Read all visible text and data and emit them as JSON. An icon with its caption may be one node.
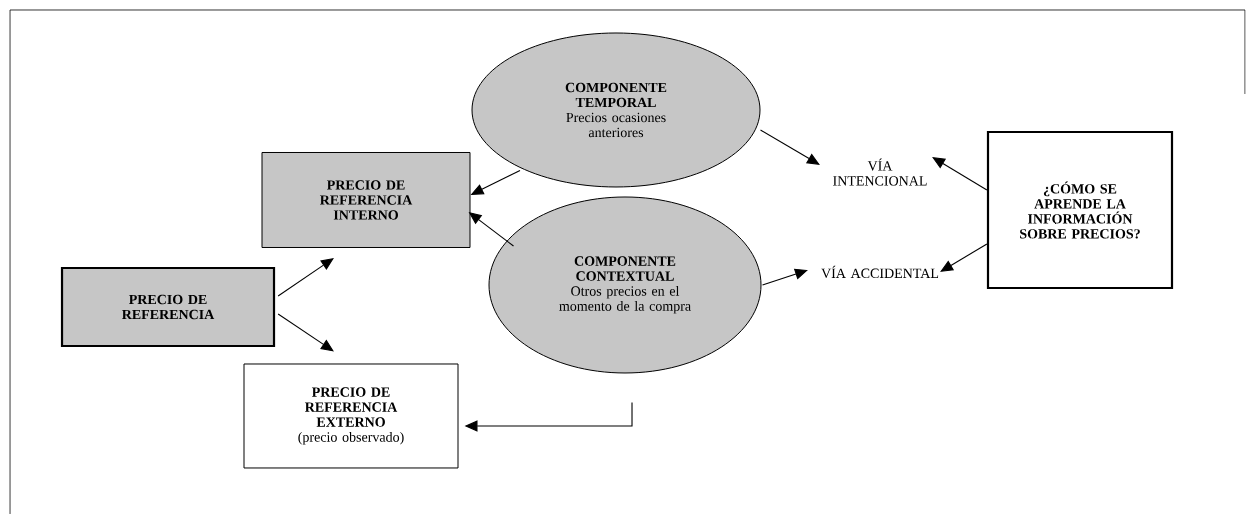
{
  "diagram": {
    "nodes": [
      {
        "text": [
          "PRECIO DE REFERENCIA"
        ]
      },
      {
        "text": [
          "PRECIO DE REFERENCIA INTERNO"
        ]
      },
      {
        "text": [
          "PRECIO DE REFERENCIA EXTERNO",
          "(precio observado)"
        ]
      },
      {
        "text": [
          "COMPONENTE TEMPORAL",
          "Precios ocasiones anteriores"
        ]
      },
      {
        "text": [
          "COMPONENTE CONTEXTUAL",
          "Otros precios en el momento de la compra"
        ]
      },
      {
        "text": [
          "VÍA INTENCIONAL"
        ]
      },
      {
        "text": [
          "VÍA ACCIDENTAL"
        ]
      },
      {
        "text": [
          "¿CÓMO SE APRENDE LA INFORMACIÓN SOBRE PRECIOS?"
        ]
      }
    ],
    "edges": [
      {
        "from": 0,
        "to": 1,
        "arrow": "to"
      },
      {
        "from": 0,
        "to": 2,
        "arrow": "to"
      },
      {
        "from": 3,
        "to": 1,
        "arrow": "to"
      },
      {
        "from": 4,
        "to": 1,
        "arrow": "to"
      },
      {
        "from": 4,
        "to": 2,
        "arrow": "to"
      },
      {
        "from": 3,
        "to": 5,
        "arrow": "to"
      },
      {
        "from": 4,
        "to": 6,
        "arrow": "to"
      },
      {
        "from": 7,
        "to": 5,
        "arrow": "to"
      },
      {
        "from": 7,
        "to": 6,
        "arrow": "to"
      }
    ]
  }
}
